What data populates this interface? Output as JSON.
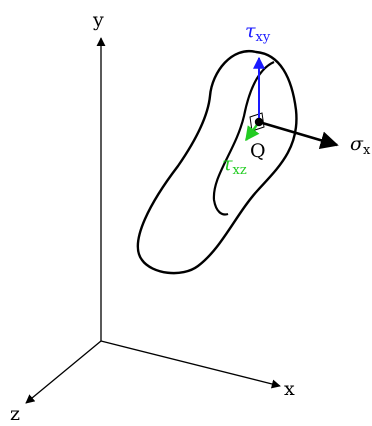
{
  "axes": {
    "x_label": "x",
    "y_label": "y",
    "z_label": "z"
  },
  "point": {
    "label": "Q"
  },
  "stresses": {
    "tau_xy": {
      "symbol": "τ",
      "subscript": "xy",
      "color": "#1a1aff"
    },
    "tau_xz": {
      "symbol": "τ",
      "subscript": "xz",
      "color": "#22cc22"
    },
    "sigma": {
      "symbol": "σ",
      "subscript": "x",
      "color": "#000000"
    }
  }
}
